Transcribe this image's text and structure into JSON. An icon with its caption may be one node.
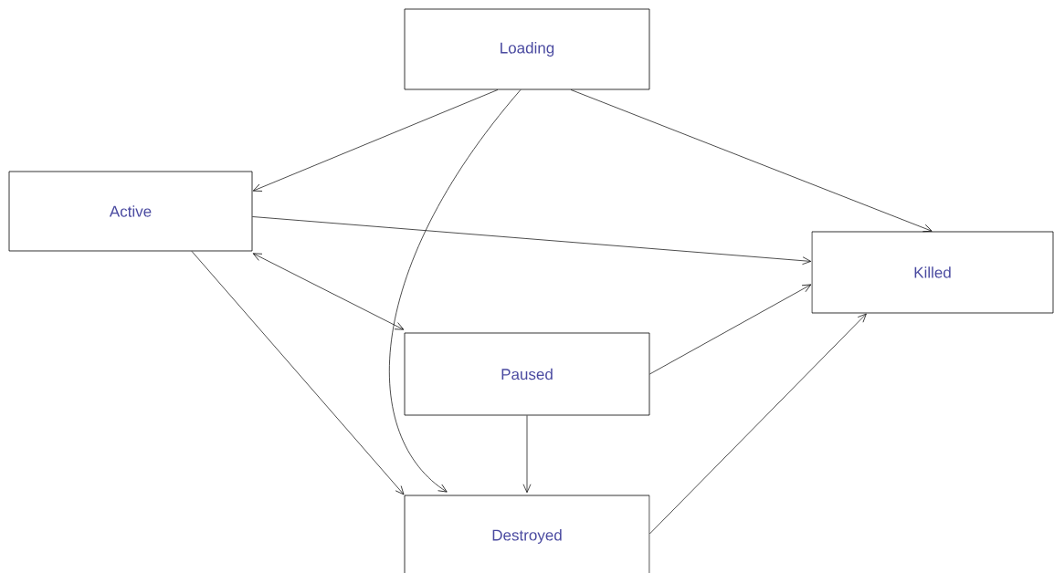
{
  "diagram": {
    "nodes": [
      {
        "text": [
          "Loading"
        ]
      },
      {
        "text": [
          "Active"
        ]
      },
      {
        "text": [
          "Killed"
        ]
      },
      {
        "text": [
          "Paused"
        ]
      },
      {
        "text": [
          "Destroyed"
        ]
      }
    ],
    "edges": [
      {
        "from": 0,
        "to": 1,
        "arrow": "to"
      },
      {
        "from": 0,
        "to": 2,
        "arrow": "to"
      },
      {
        "from": 0,
        "to": 4,
        "arrow": "to"
      },
      {
        "from": 1,
        "to": 2,
        "arrow": "to"
      },
      {
        "from": 1,
        "to": 3,
        "arrow": "both"
      },
      {
        "from": 1,
        "to": 4,
        "arrow": "to"
      },
      {
        "from": 3,
        "to": 2,
        "arrow": "to"
      },
      {
        "from": 3,
        "to": 4,
        "arrow": "to"
      },
      {
        "from": 4,
        "to": 2,
        "arrow": "to"
      }
    ]
  }
}
